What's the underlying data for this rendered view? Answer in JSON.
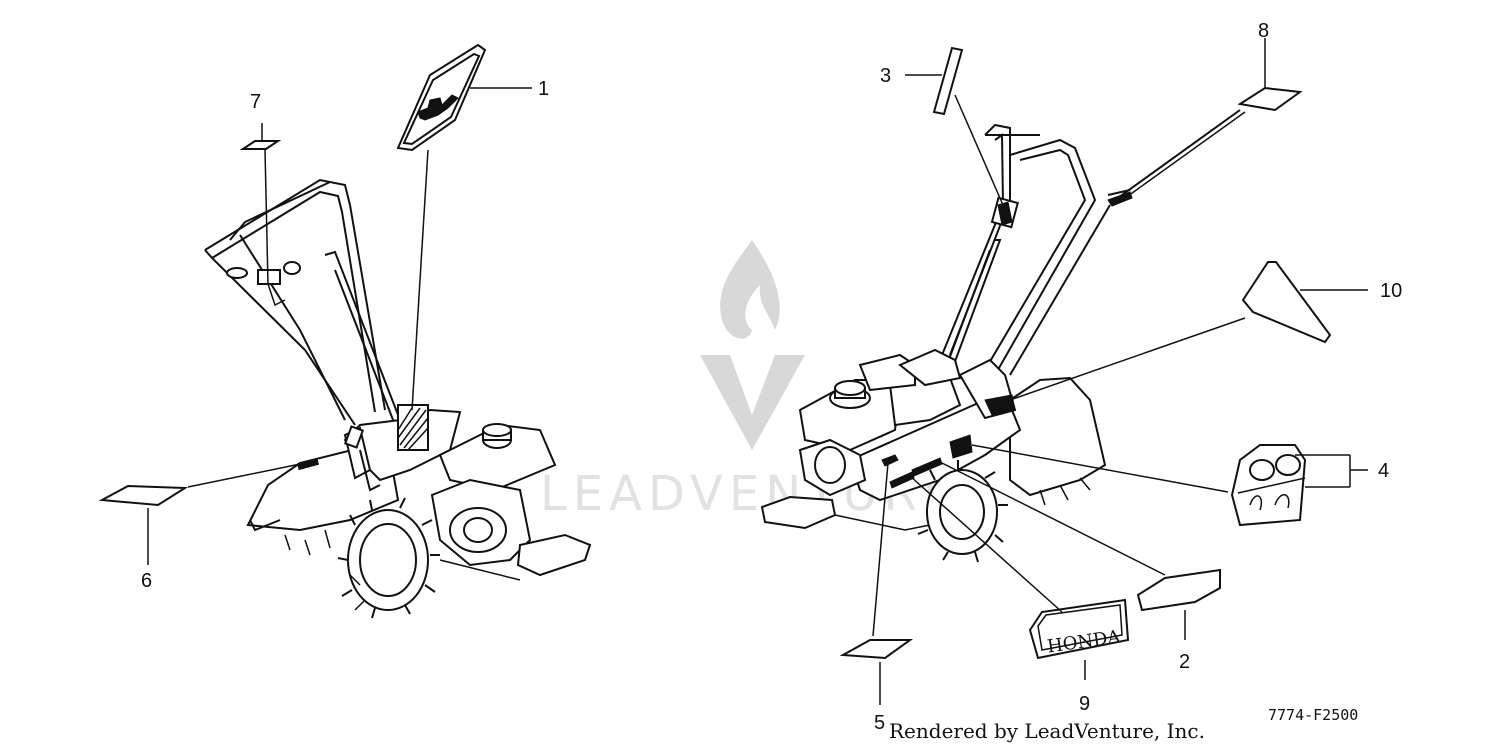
{
  "diagram": {
    "callouts": [
      "1",
      "2",
      "3",
      "4",
      "5",
      "6",
      "7",
      "8",
      "9",
      "10"
    ],
    "honda_label_text": "HONDA",
    "figure_code": "7774-F2500",
    "credit": "Rendered by LeadVenture, Inc.",
    "watermark_text": "LEADVENTURE"
  }
}
